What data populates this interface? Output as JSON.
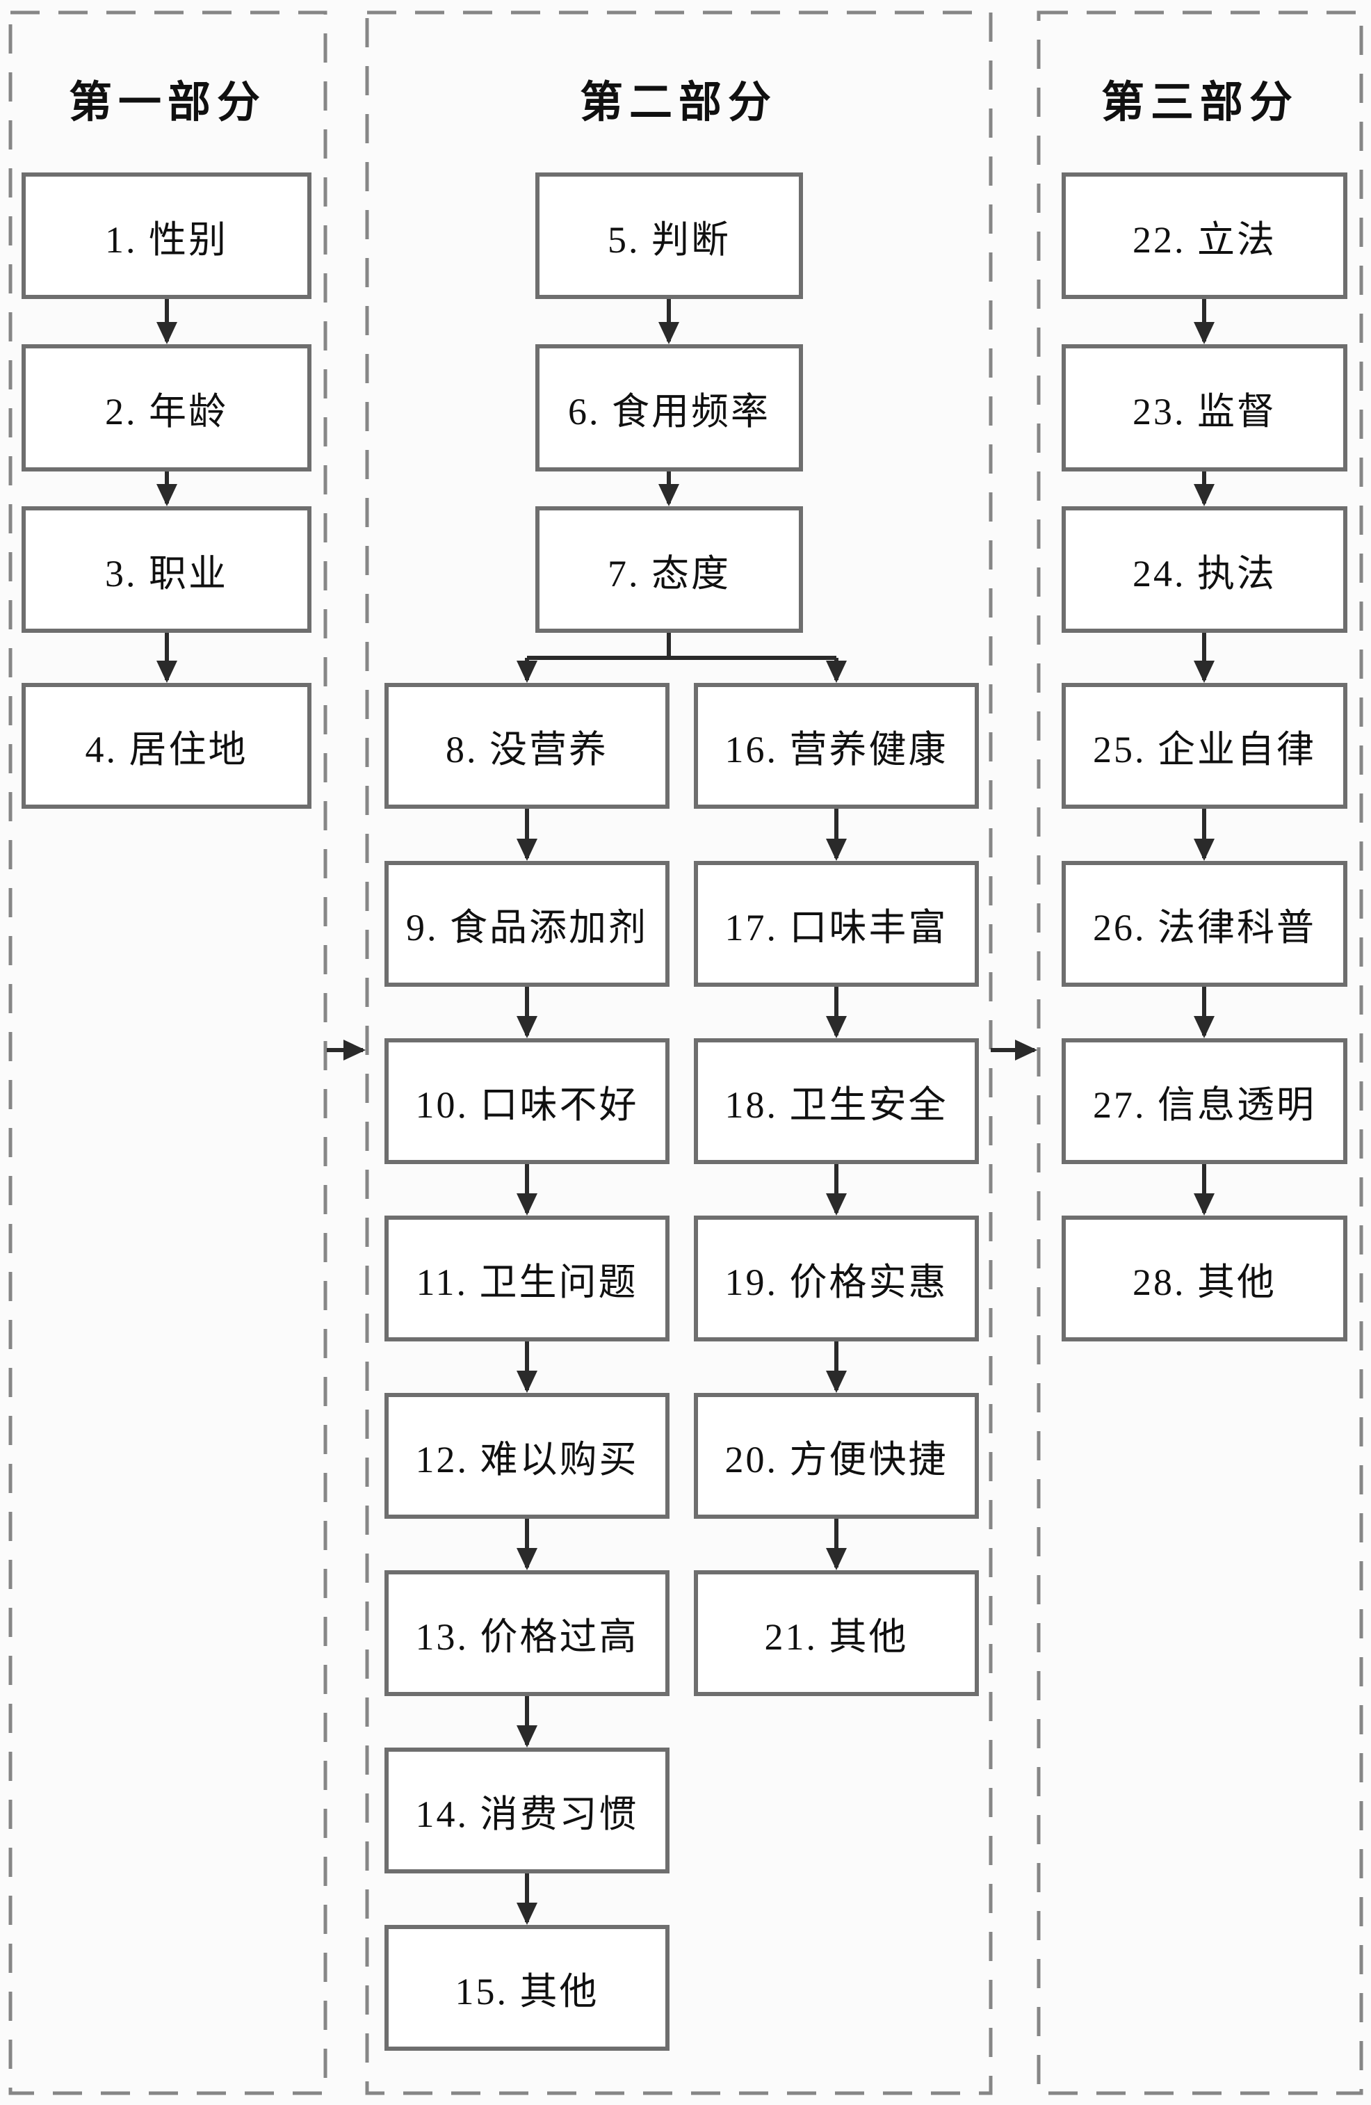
{
  "figure_type": "survey-structure-flowchart",
  "sections": [
    {
      "title": "第一部分",
      "items": [
        "1. 性别",
        "2. 年龄",
        "3. 职业",
        "4. 居住地"
      ]
    },
    {
      "title": "第二部分",
      "main": [
        "5. 判断",
        "6. 食用频率",
        "7. 态度"
      ],
      "branch_left": [
        "8. 没营养",
        "9. 食品添加剂",
        "10. 口味不好",
        "11. 卫生问题",
        "12. 难以购买",
        "13. 价格过高",
        "14. 消费习惯",
        "15. 其他"
      ],
      "branch_right": [
        "16. 营养健康",
        "17. 口味丰富",
        "18. 卫生安全",
        "19. 价格实惠",
        "20. 方便快捷",
        "21. 其他"
      ]
    },
    {
      "title": "第三部分",
      "items": [
        "22. 立法",
        "23. 监督",
        "24. 执法",
        "25. 企业自律",
        "26. 法律科普",
        "27. 信息透明",
        "28. 其他"
      ]
    }
  ],
  "colors": {
    "background": "#fbfbfb",
    "box_border": "#6e6e6e",
    "dashed_border": "#868686",
    "arrow": "#2a2a2a",
    "text": "#101010"
  }
}
